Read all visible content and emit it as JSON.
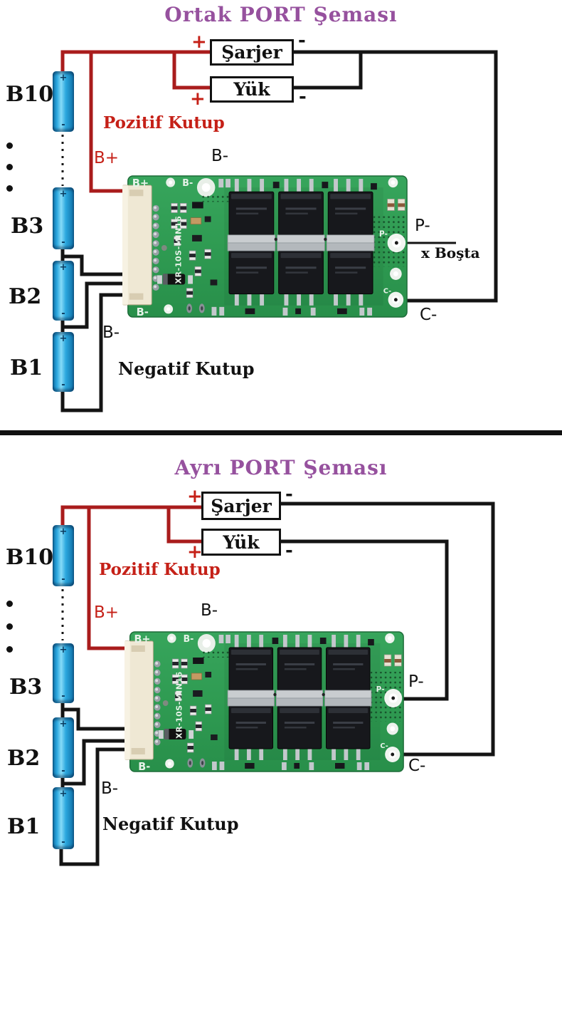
{
  "colors": {
    "red_wire": "#a91c1c",
    "black_wire": "#141414",
    "label_red": "#c52017",
    "title_purple": "#96519e",
    "board_green": "#2f9b52",
    "battery_blue": "#2ba7de"
  },
  "symbols": {
    "plus": "+",
    "minus": "-"
  },
  "board_silkscreen": {
    "b_plus": "B+",
    "b_minus_top": "B-",
    "b_minus_bottom": "B-",
    "model": "XR-10S-MIN16",
    "p_minus": "P-",
    "c_minus": "C-"
  },
  "common_port": {
    "title": "Ortak PORT Şeması",
    "charger": "Şarjer",
    "load": "Yük",
    "battery_labels": [
      "B10",
      "B3",
      "B2",
      "B1"
    ],
    "pozitif_kutup": "Pozitif Kutup",
    "negatif_kutup": "Negatif Kutup",
    "b_plus": "B+",
    "b_minus_wire": "B-",
    "b_minus_pack": "B-",
    "p_minus": "P-",
    "p_note": "x Boşta",
    "c_minus": "C-"
  },
  "separate_port": {
    "title": "Ayrı PORT Şeması",
    "charger": "Şarjer",
    "load": "Yük",
    "battery_labels": [
      "B10",
      "B3",
      "B2",
      "B1"
    ],
    "pozitif_kutup": "Pozitif Kutup",
    "negatif_kutup": "Negatif Kutup",
    "b_plus": "B+",
    "b_minus_wire": "B-",
    "b_minus_pack": "B-",
    "p_minus": "P-",
    "c_minus": "C-"
  }
}
